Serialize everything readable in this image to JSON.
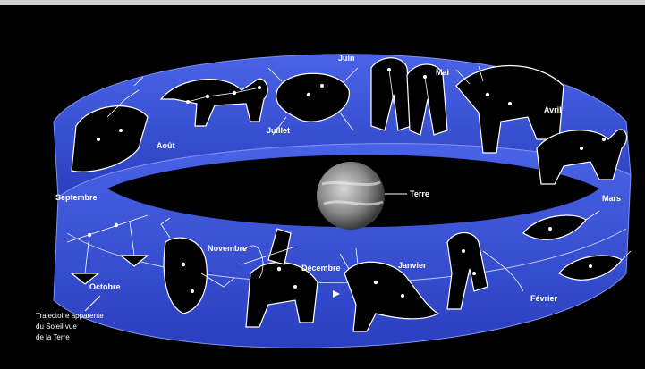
{
  "months": {
    "juin": "Juin",
    "mai": "Mai",
    "avril": "Avril",
    "juillet": "Juillet",
    "aout": "Août",
    "mars": "Mars",
    "septembre": "Septembre",
    "octobre": "Octobre",
    "novembre": "Novembre",
    "decembre": "Décembre",
    "janvier": "Janvier",
    "fevrier": "Février"
  },
  "earth_label": "Terre",
  "caption": {
    "line1": "Trajectoire apparente",
    "line2": "du Soleil vue",
    "line3": "de la Terre"
  },
  "colors": {
    "band": "#3a52d8",
    "band_dark": "#2637a8",
    "background": "#000000",
    "frame": "#cfcfcf"
  }
}
